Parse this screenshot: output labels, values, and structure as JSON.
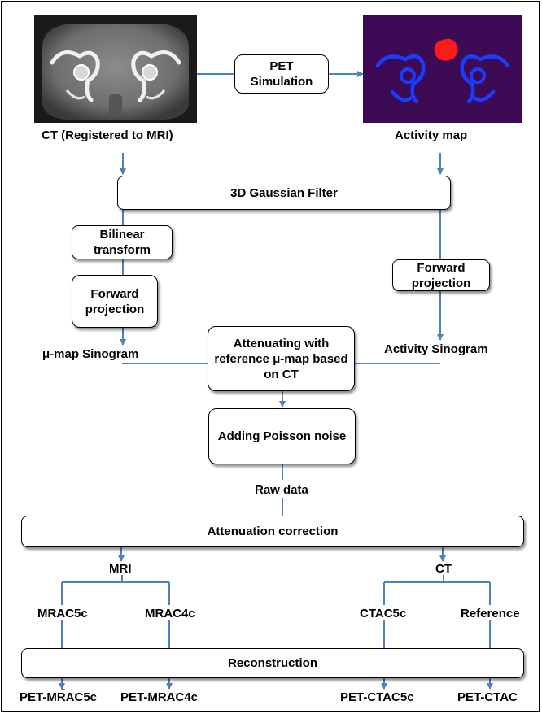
{
  "images": {
    "ct": {
      "caption": "CT (Registered to MRI)"
    },
    "activity": {
      "caption": "Activity map"
    }
  },
  "boxes": {
    "pet_simulation": "PET Simulation",
    "gaussian": "3D Gaussian Filter",
    "bilinear": "Bilinear transform",
    "forward_left": "Forward projection",
    "forward_right": "Forward projection",
    "attenuating": "Attenuating with reference μ-map based on CT",
    "poisson": "Adding Poisson noise",
    "attenuation_correction": "Attenuation correction",
    "reconstruction": "Reconstruction"
  },
  "labels": {
    "mu_sinogram": "μ-map Sinogram",
    "activity_sinogram": "Activity Sinogram",
    "raw_data": "Raw data",
    "mri": "MRI",
    "ct": "CT",
    "mrac5c": "MRAC5c",
    "mrac4c": "MRAC4c",
    "ctac5c": "CTAC5c",
    "reference": "Reference"
  },
  "outputs": {
    "pet_mrac5c": "PET-MRAC5c",
    "pet_mrac4c": "PET-MRAC4c",
    "pet_ctac5c": "PET-CTAC5c",
    "pet_ctac": "PET-CTAC"
  },
  "colors": {
    "connector": "#4f81bd",
    "ct_background": "#1a1a1a",
    "activity_background": "#3d0a55",
    "bone_activity": "#1a3cff",
    "hotspot": "#ff1a1a"
  }
}
